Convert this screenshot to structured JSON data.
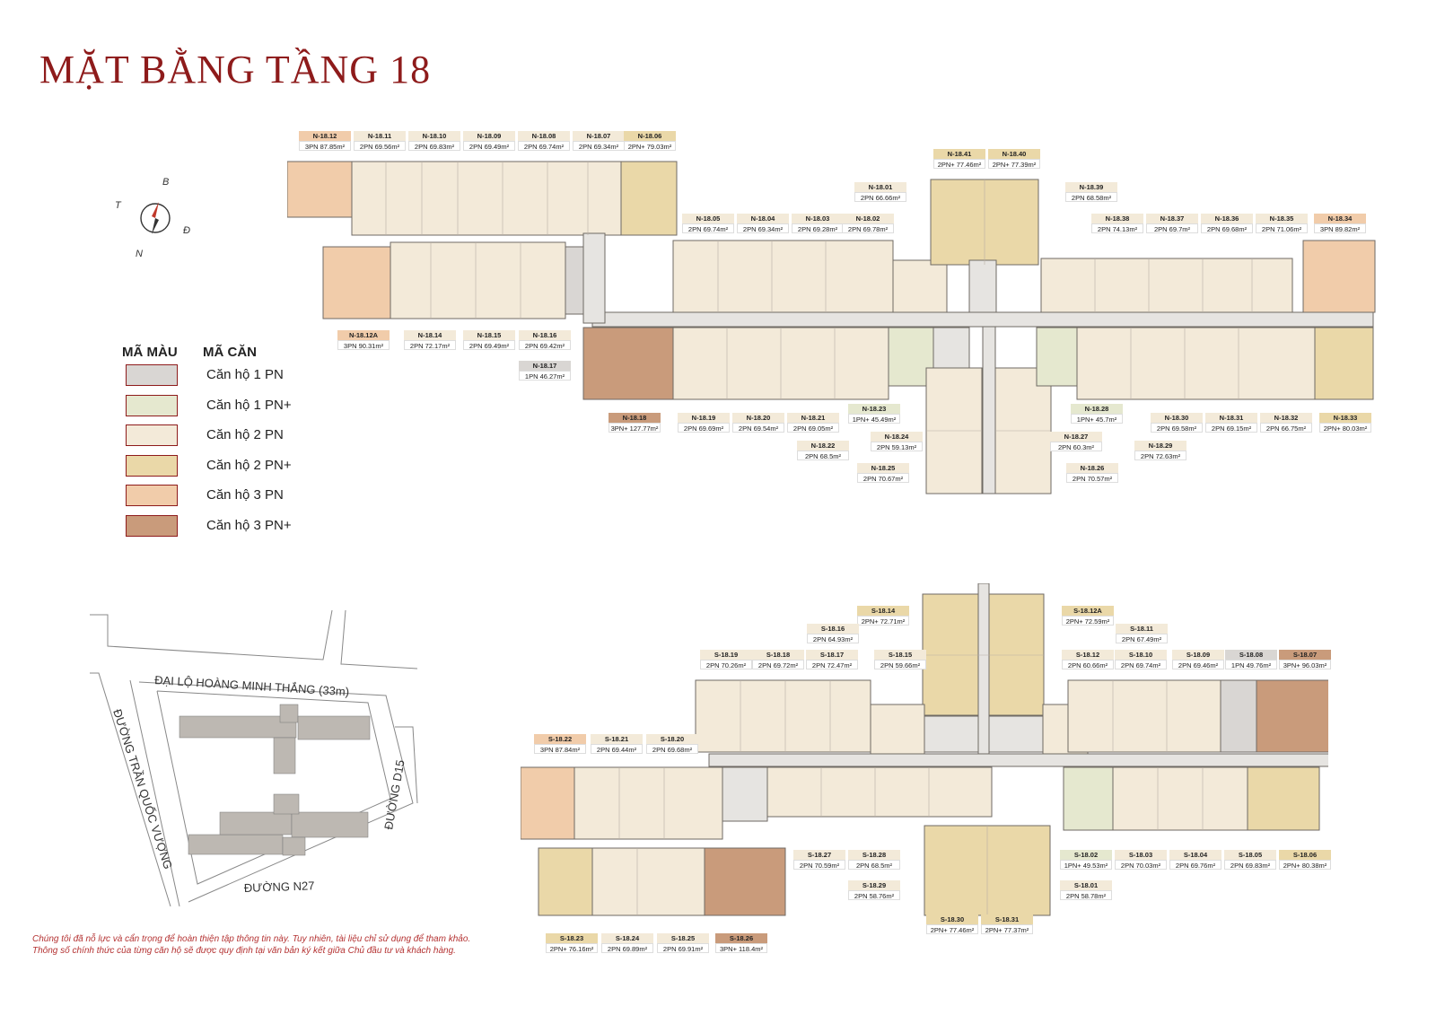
{
  "title": "MẶT BẰNG TẦNG 18",
  "compass": {
    "b": "B",
    "t": "T",
    "d": "Đ",
    "n": "N"
  },
  "legend": {
    "col1": "MÃ MÀU",
    "col2": "MÃ CĂN",
    "items": [
      {
        "label": "Căn hộ 1 PN",
        "color": "#d9d6d3"
      },
      {
        "label": "Căn hộ 1 PN+",
        "color": "#e5e8cf"
      },
      {
        "label": "Căn hộ 2 PN",
        "color": "#f3ead9"
      },
      {
        "label": "Căn hộ 2 PN+",
        "color": "#ead8a8"
      },
      {
        "label": "Căn hộ 3 PN",
        "color": "#f1ccaa"
      },
      {
        "label": "Căn hộ 3 PN+",
        "color": "#c99b7b"
      }
    ]
  },
  "colors": {
    "title": "#8e1b1b",
    "corridor": "#e6e4e1",
    "outline": "#6f6a64"
  },
  "north_units": [
    {
      "code": "N-18.12",
      "info": "3PN  87.85m²"
    },
    {
      "code": "N-18.11",
      "info": "2PN  69.56m²"
    },
    {
      "code": "N-18.10",
      "info": "2PN  69.83m²"
    },
    {
      "code": "N-18.09",
      "info": "2PN  69.49m²"
    },
    {
      "code": "N-18.08",
      "info": "2PN  69.74m²"
    },
    {
      "code": "N-18.07",
      "info": "2PN  69.34m²"
    },
    {
      "code": "N-18.06",
      "info": "2PN+ 79.03m²"
    },
    {
      "code": "N-18.41",
      "info": "2PN+ 77.46m²"
    },
    {
      "code": "N-18.40",
      "info": "2PN+ 77.39m²"
    },
    {
      "code": "N-18.01",
      "info": "2PN  66.66m²"
    },
    {
      "code": "N-18.39",
      "info": "2PN  68.58m²"
    },
    {
      "code": "N-18.05",
      "info": "2PN  69.74m²"
    },
    {
      "code": "N-18.04",
      "info": "2PN  69.34m²"
    },
    {
      "code": "N-18.03",
      "info": "2PN  69.28m²"
    },
    {
      "code": "N-18.02",
      "info": "2PN  69.78m²"
    },
    {
      "code": "N-18.38",
      "info": "2PN  74.13m²"
    },
    {
      "code": "N-18.37",
      "info": "2PN  69.7m²"
    },
    {
      "code": "N-18.36",
      "info": "2PN  69.68m²"
    },
    {
      "code": "N-18.35",
      "info": "2PN  71.06m²"
    },
    {
      "code": "N-18.34",
      "info": "3PN  89.82m²"
    },
    {
      "code": "N-18.12A",
      "info": "3PN  90.31m²"
    },
    {
      "code": "N-18.14",
      "info": "2PN  72.17m²"
    },
    {
      "code": "N-18.15",
      "info": "2PN  69.49m²"
    },
    {
      "code": "N-18.16",
      "info": "2PN  69.42m²"
    },
    {
      "code": "N-18.17",
      "info": "1PN  46.27m²"
    },
    {
      "code": "N-18.18",
      "info": "3PN+ 127.77m²"
    },
    {
      "code": "N-18.19",
      "info": "2PN  69.69m²"
    },
    {
      "code": "N-18.20",
      "info": "2PN  69.54m²"
    },
    {
      "code": "N-18.21",
      "info": "2PN  69.05m²"
    },
    {
      "code": "N-18.22",
      "info": "2PN  68.5m²"
    },
    {
      "code": "N-18.23",
      "info": "1PN+ 45.49m²"
    },
    {
      "code": "N-18.24",
      "info": "2PN  59.13m²"
    },
    {
      "code": "N-18.25",
      "info": "2PN  70.67m²"
    },
    {
      "code": "N-18.28",
      "info": "1PN+  45.7m²"
    },
    {
      "code": "N-18.27",
      "info": "2PN  60.3m²"
    },
    {
      "code": "N-18.26",
      "info": "2PN  70.57m²"
    },
    {
      "code": "N-18.29",
      "info": "2PN  72.63m²"
    },
    {
      "code": "N-18.30",
      "info": "2PN  69.58m²"
    },
    {
      "code": "N-18.31",
      "info": "2PN  69.15m²"
    },
    {
      "code": "N-18.32",
      "info": "2PN  66.75m²"
    },
    {
      "code": "N-18.33",
      "info": "2PN+ 80.03m²"
    }
  ],
  "south_units": [
    {
      "code": "S-18.14",
      "info": "2PN+ 72.71m²"
    },
    {
      "code": "S-18.12A",
      "info": "2PN+ 72.59m²"
    },
    {
      "code": "S-18.16",
      "info": "2PN  64.93m²"
    },
    {
      "code": "S-18.11",
      "info": "2PN  67.49m²"
    },
    {
      "code": "S-18.19",
      "info": "2PN  70.26m²"
    },
    {
      "code": "S-18.18",
      "info": "2PN  69.72m²"
    },
    {
      "code": "S-18.17",
      "info": "2PN  72.47m²"
    },
    {
      "code": "S-18.15",
      "info": "2PN  59.66m²"
    },
    {
      "code": "S-18.12",
      "info": "2PN  60.66m²"
    },
    {
      "code": "S-18.10",
      "info": "2PN  69.74m²"
    },
    {
      "code": "S-18.09",
      "info": "2PN  69.46m²"
    },
    {
      "code": "S-18.08",
      "info": "1PN  49.76m²"
    },
    {
      "code": "S-18.07",
      "info": "3PN+ 96.03m²"
    },
    {
      "code": "S-18.22",
      "info": "3PN  87.84m²"
    },
    {
      "code": "S-18.21",
      "info": "2PN  69.44m²"
    },
    {
      "code": "S-18.20",
      "info": "2PN  69.68m²"
    },
    {
      "code": "S-18.27",
      "info": "2PN  70.59m²"
    },
    {
      "code": "S-18.28",
      "info": "2PN  68.5m²"
    },
    {
      "code": "S-18.29",
      "info": "2PN  58.76m²"
    },
    {
      "code": "S-18.02",
      "info": "1PN+ 49.53m²"
    },
    {
      "code": "S-18.03",
      "info": "2PN  70.03m²"
    },
    {
      "code": "S-18.04",
      "info": "2PN  69.76m²"
    },
    {
      "code": "S-18.05",
      "info": "2PN  69.83m²"
    },
    {
      "code": "S-18.06",
      "info": "2PN+ 80.38m²"
    },
    {
      "code": "S-18.01",
      "info": "2PN  58.78m²"
    },
    {
      "code": "S-18.30",
      "info": "2PN+ 77.46m²"
    },
    {
      "code": "S-18.31",
      "info": "2PN+ 77.37m²"
    },
    {
      "code": "S-18.23",
      "info": "2PN+ 76.16m²"
    },
    {
      "code": "S-18.24",
      "info": "2PN  69.89m²"
    },
    {
      "code": "S-18.25",
      "info": "2PN  69.91m²"
    },
    {
      "code": "S-18.26",
      "info": "3PN+ 118.4m²"
    }
  ],
  "site_map": {
    "road_top": "ĐẠI LỘ HOÀNG MINH THẮNG (33m)",
    "road_left": "ĐƯỜNG TRẦN QUỐC VƯỢNG",
    "road_right": "ĐƯỜNG D15",
    "road_bottom": "ĐƯỜNG N27"
  },
  "disclaimer": [
    "Chúng tôi đã nỗ lực và cẩn trọng để hoàn thiện tập thông tin này. Tuy nhiên, tài liệu chỉ sử dụng để tham khảo.",
    "Thông số chính thức của từng căn hộ sẽ được quy định tại văn bản ký kết giữa Chủ đầu tư và khách hàng."
  ]
}
